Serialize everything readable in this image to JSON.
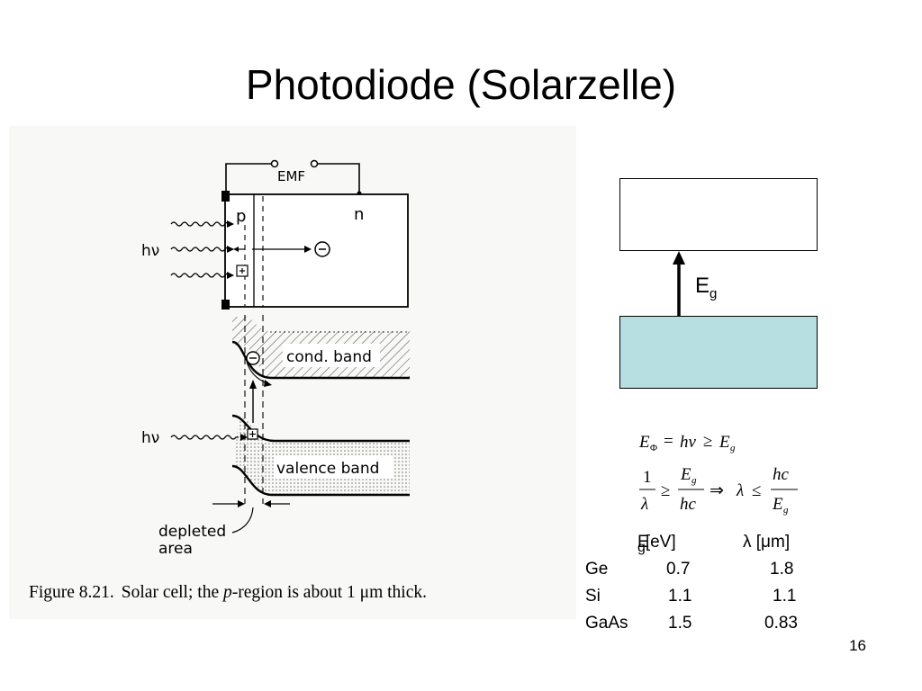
{
  "slide": {
    "title": "Photodiode (Solarzelle)",
    "page_number": "16"
  },
  "figure": {
    "emf_label": "EMF",
    "p_label": "p",
    "n_label": "n",
    "photon_label_top": "hν",
    "photon_label_bottom": "hν",
    "cond_band_label": "cond. band",
    "valence_band_label": "valence band",
    "depleted_label_line1": "depleted",
    "depleted_label_line2": "area",
    "caption_number": "Figure 8.21.",
    "caption_pre": "Solar cell; the ",
    "caption_italic": "p",
    "caption_post": "-region is about 1 μm thick."
  },
  "band_diagram": {
    "gap_label": "E",
    "gap_label_sub": "g",
    "conduction_fill": "#ffffff",
    "valence_fill": "#b7dfe1"
  },
  "formulas": {
    "line1": "E_Φ = hν ≥ E_g",
    "line2": "1/λ ≥ E_g/(hc) ⇒ λ ≤ hc/E_g"
  },
  "gap_table": {
    "headers": {
      "energy": "E",
      "energy_sub": "g",
      "energy_unit": " [eV]",
      "wavelength": "λ [μm]"
    },
    "rows": [
      {
        "material": "Ge",
        "energy": "0.7",
        "wavelength": "1.8"
      },
      {
        "material": "Si",
        "energy": "1.1",
        "wavelength": "1.1"
      },
      {
        "material": "GaAs",
        "energy": "1.5",
        "wavelength": "0.83"
      }
    ]
  }
}
